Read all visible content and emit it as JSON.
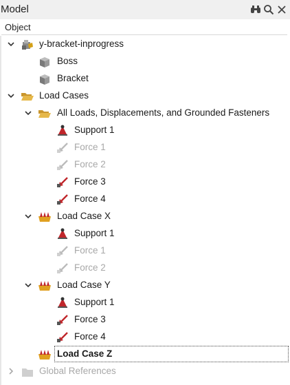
{
  "panel": {
    "title": "Model",
    "toolbar_icons": [
      "binoculars-icon",
      "search-icon",
      "close-icon"
    ]
  },
  "column_header": "Object",
  "tree": {
    "root": "y-bracket-inprogress",
    "parts": [
      "Boss",
      "Bracket"
    ],
    "load_cases": "Load Cases",
    "all_loads": "All Loads, Displacements, and Grounded Fasteners",
    "all_loads_items": [
      "Support 1",
      "Force 1",
      "Force 2",
      "Force 3",
      "Force 4"
    ],
    "lcx": "Load Case X",
    "lcx_items": [
      "Support 1",
      "Force 1",
      "Force 2"
    ],
    "lcy": "Load Case Y",
    "lcy_items": [
      "Support 1",
      "Force 3",
      "Force 4"
    ],
    "lcz": "Load Case Z",
    "global_refs": "Global References"
  }
}
